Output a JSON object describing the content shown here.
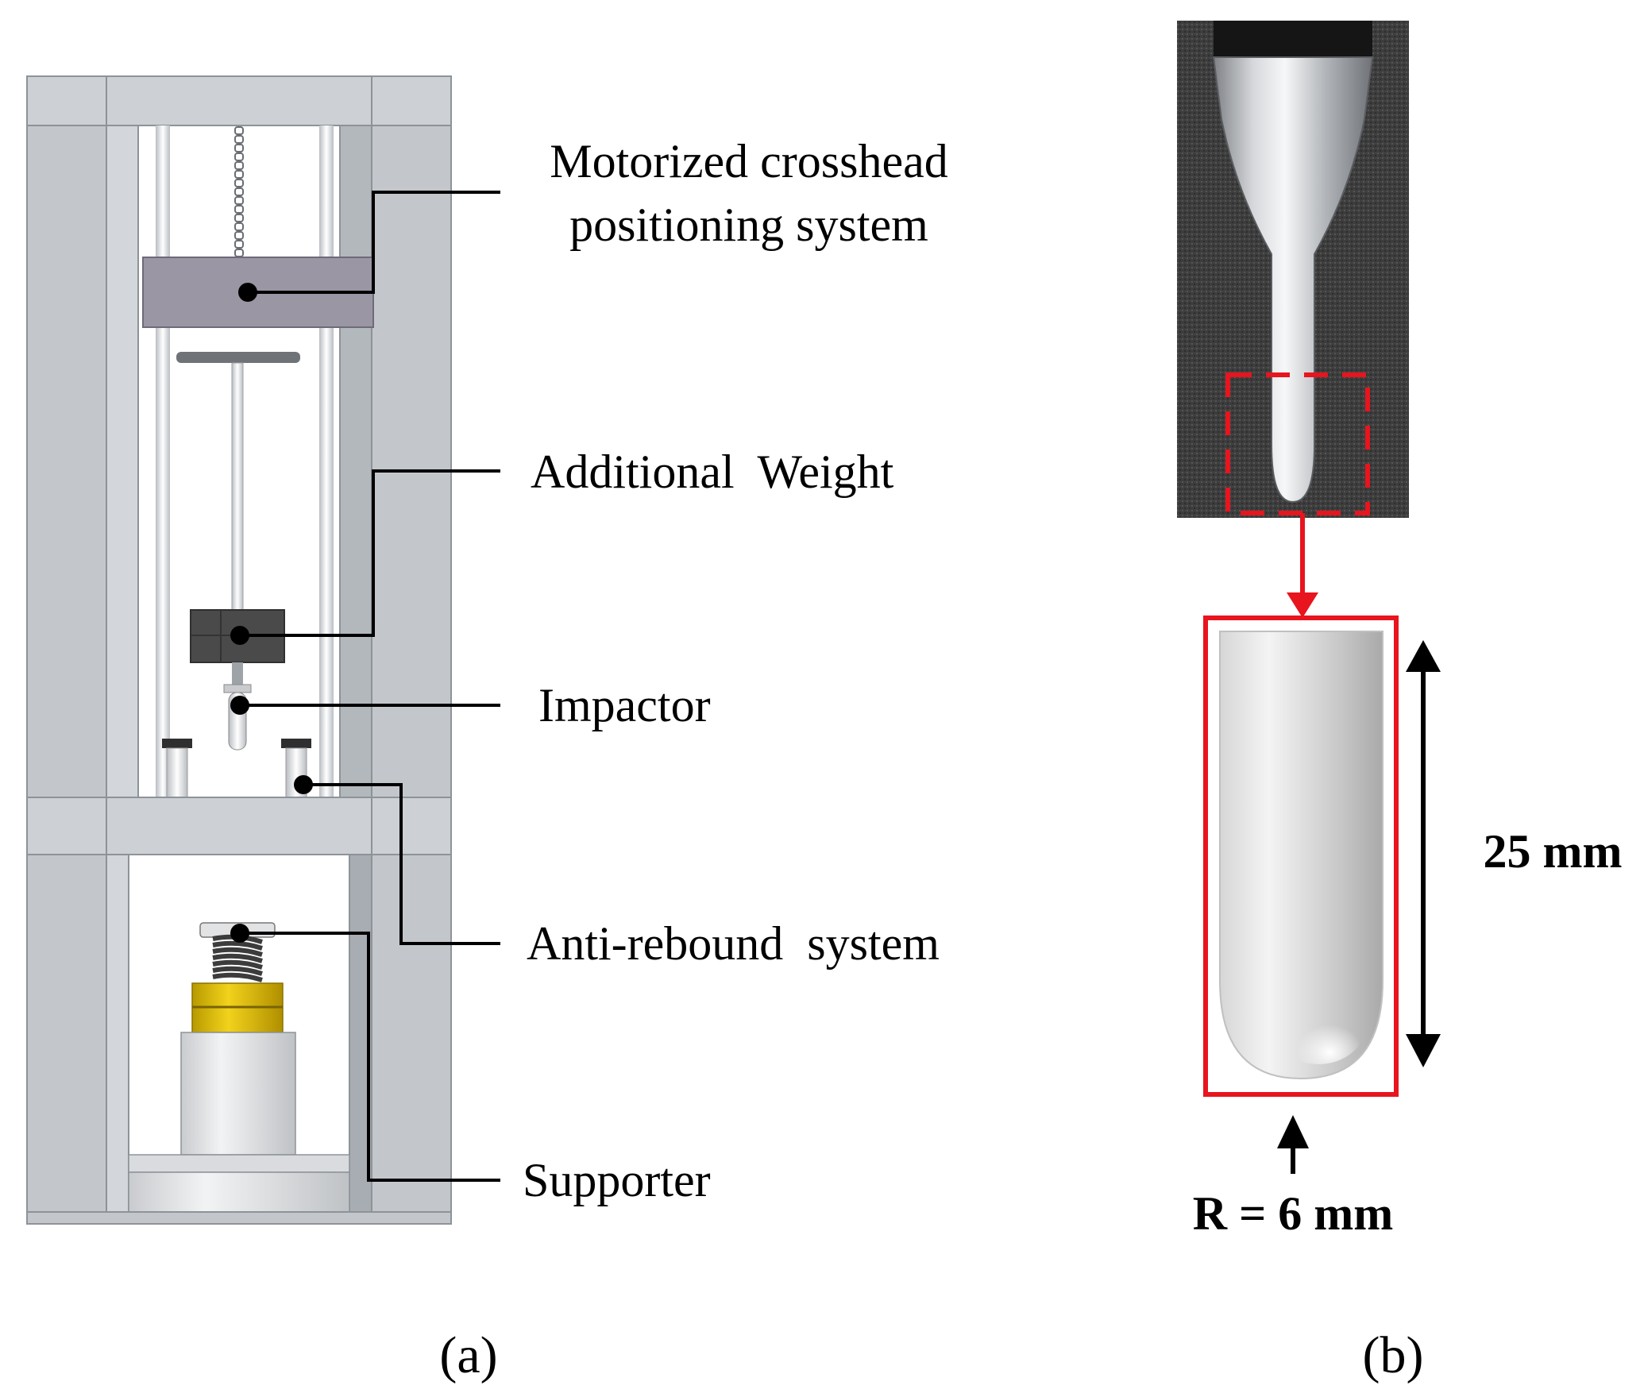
{
  "panel_a": {
    "caption": "(a)",
    "callouts": [
      {
        "line1": "Motorized crosshead",
        "line2": "positioning system"
      },
      {
        "line1": "Additional  Weight"
      },
      {
        "line1": "Impactor"
      },
      {
        "line1": "Anti-rebound  system"
      },
      {
        "line1": "Supporter"
      }
    ]
  },
  "panel_b": {
    "caption": "(b)",
    "length_label": "25 mm",
    "radius_label": "R = 6 mm"
  },
  "colors": {
    "frame": "#c3c7cc",
    "frame_dark": "#a8adb3",
    "crosshead": "#9a96a4",
    "weight": "#4a4a4a",
    "spring_yellow": "#d9b800",
    "highlight_red": "#e8141e",
    "photo_bg": "#3a3a3a"
  }
}
